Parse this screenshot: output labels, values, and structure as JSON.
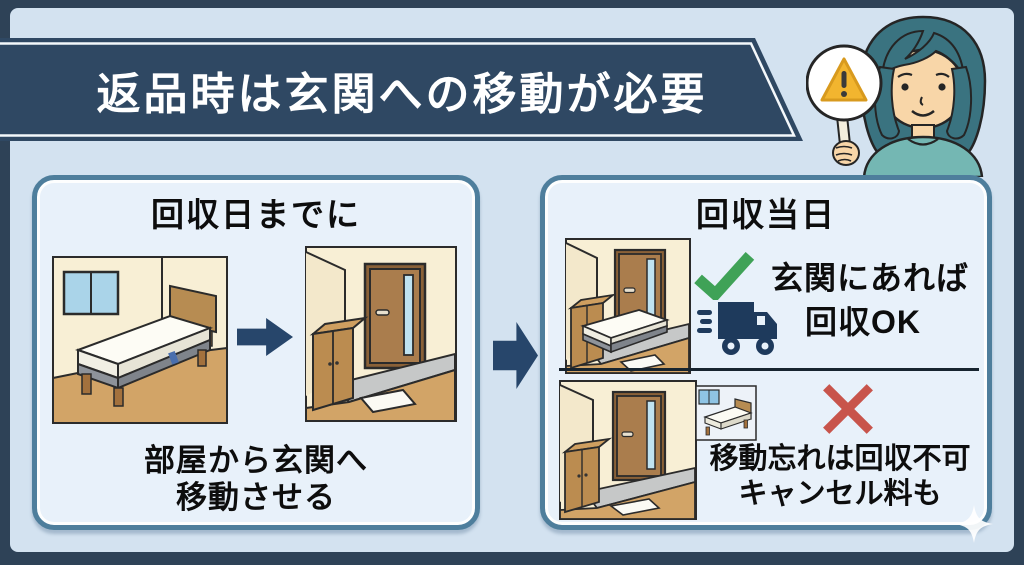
{
  "title": {
    "text": "返品時は玄関への移動が必要"
  },
  "left_panel": {
    "header": "回収日までに",
    "caption_line1": "部屋から玄関へ",
    "caption_line2": "移動させる"
  },
  "right_panel": {
    "header": "回収当日",
    "ok_text_line1": "玄関にあれば",
    "ok_text_line2": "回収OK",
    "ng_text_line1": "移動忘れは回収不可",
    "ng_text_line2": "キャンセル料も"
  },
  "icons": {
    "warning_sign": "warning-triangle-icon",
    "check": "check-icon",
    "cross": "cross-icon",
    "truck": "delivery-truck-icon",
    "arrow": "arrow-right-icon",
    "sparkle": "sparkle-icon"
  },
  "colors": {
    "frame_navy": "#2e4257",
    "banner_navy": "#2f4863",
    "background_blue": "#d3e2f0",
    "panel_fill": "#e8f1fa",
    "panel_border": "#4e7e9c",
    "check_green": "#3fa257",
    "cross_red": "#c8544b",
    "truck_navy": "#1e3a5c",
    "arrow_navy": "#27466b",
    "warning_yellow": "#f2b52f",
    "text_black": "#0d0d0d",
    "title_white": "#ffffff"
  }
}
